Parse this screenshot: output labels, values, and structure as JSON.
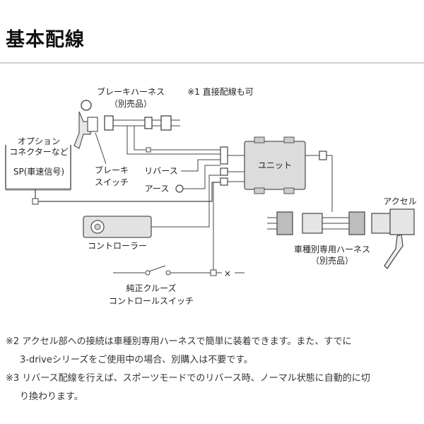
{
  "title": "基本配線",
  "labels": {
    "brake_harness": "ブレーキハーネス",
    "note_ref1": "※1 直接配線も可",
    "sold_separately_1": "（別売品）",
    "option_line1": "オプション",
    "option_line2": "コネクターなど",
    "option_line3": "SP(車速信号)",
    "brake_switch_line1": "ブレーキ",
    "brake_switch_line2": "スイッチ",
    "reverse": "リバース",
    "earth": "アース",
    "unit": "ユニット",
    "accel": "アクセル",
    "controller": "コントローラー",
    "vehicle_harness": "車種別専用ハーネス",
    "sold_separately_2": "（別売品）",
    "cruise_line1": "純正クルーズ",
    "cruise_line2": "コントロールスイッチ",
    "cross_mark": "×"
  },
  "notes": {
    "note2_line1": "※2 アクセル部への接続は車種別専用ハーネスで簡単に装着できます。また、すでに",
    "note2_line2": "3-driveシリーズをご使用中の場合、別購入は不要です。",
    "note3_line1": "※3 リバース配線を行えば、スポーツモードでのリバース時、ノーマル状態に自動的に切",
    "note3_line2": "り換わります。"
  }
}
